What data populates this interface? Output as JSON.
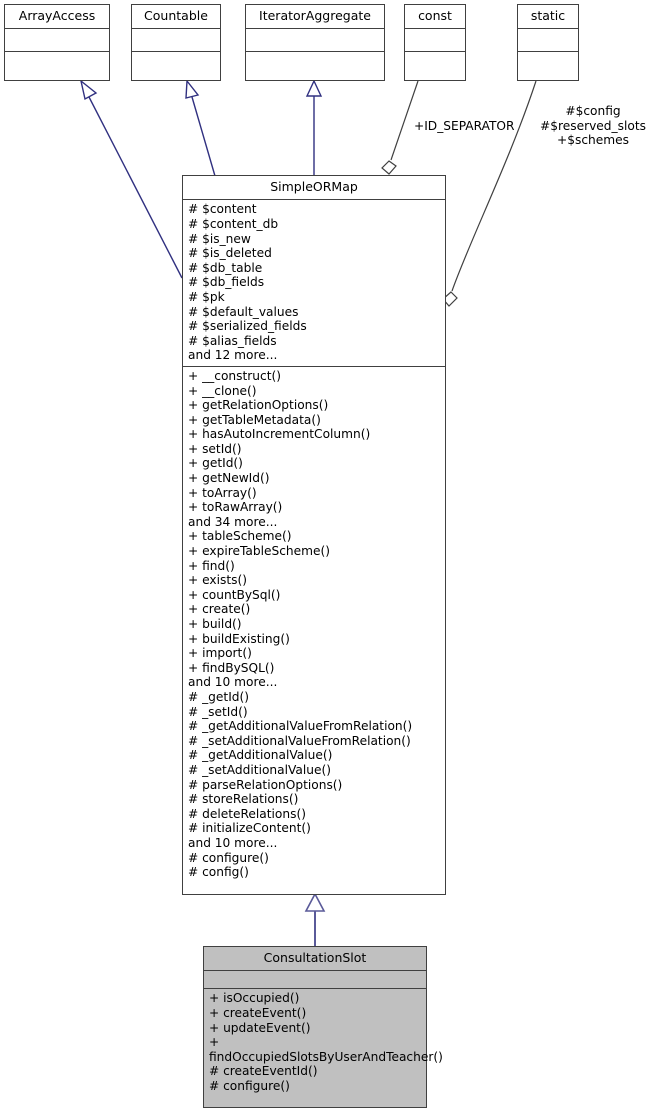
{
  "diagram": {
    "type": "uml-class-diagram",
    "background": "#ffffff",
    "colors": {
      "box_border": "#404040",
      "box_fill": "#ffffff",
      "highlight_fill": "#c0c0c0",
      "inheritance_edge": "#303080",
      "association_edge": "#404040",
      "text": "#000000"
    }
  },
  "interfaces": [
    {
      "name": "ArrayAccess",
      "attributes": [],
      "operations": []
    },
    {
      "name": "Countable",
      "attributes": [],
      "operations": []
    },
    {
      "name": "IteratorAggregate",
      "attributes": [],
      "operations": []
    },
    {
      "name": "const",
      "attributes": [],
      "operations": []
    },
    {
      "name": "static",
      "attributes": [],
      "operations": []
    }
  ],
  "main_class": {
    "name": "SimpleORMap",
    "attributes": [
      "# $content",
      "# $content_db",
      "# $is_new",
      "# $is_deleted",
      "# $db_table",
      "# $db_fields",
      "# $pk",
      "# $default_values",
      "# $serialized_fields",
      "# $alias_fields",
      "and 12 more..."
    ],
    "operations": [
      "+ __construct()",
      "+ __clone()",
      "+ getRelationOptions()",
      "+ getTableMetadata()",
      "+ hasAutoIncrementColumn()",
      "+ setId()",
      "+ getId()",
      "+ getNewId()",
      "+ toArray()",
      "+ toRawArray()",
      "and 34 more...",
      "+ tableScheme()",
      "+ expireTableScheme()",
      "+ find()",
      "+ exists()",
      "+ countBySql()",
      "+ create()",
      "+ build()",
      "+ buildExisting()",
      "+ import()",
      "+ findBySQL()",
      "and 10 more...",
      "# _getId()",
      "# _setId()",
      "# _getAdditionalValueFromRelation()",
      "# _setAdditionalValueFromRelation()",
      "# _getAdditionalValue()",
      "# _setAdditionalValue()",
      "# parseRelationOptions()",
      "# storeRelations()",
      "# deleteRelations()",
      "# initializeContent()",
      "and 10 more...",
      "# configure()",
      "# config()"
    ]
  },
  "sub_class": {
    "name": "ConsultationSlot",
    "attributes": [],
    "operations": [
      "+ isOccupied()",
      "+ createEvent()",
      "+ updateEvent()",
      "+ findOccupiedSlotsByUserAndTeacher()",
      "# createEventId()",
      "# configure()"
    ]
  },
  "edge_labels": {
    "const_to_simpleormap": "+ID_SEPARATOR",
    "static_to_simpleormap": "#$config\n#$reserved_slots\n+$schemes"
  },
  "relationships": [
    {
      "from": "SimpleORMap",
      "to": "ArrayAccess",
      "kind": "realization"
    },
    {
      "from": "SimpleORMap",
      "to": "Countable",
      "kind": "realization"
    },
    {
      "from": "SimpleORMap",
      "to": "IteratorAggregate",
      "kind": "realization"
    },
    {
      "from": "SimpleORMap",
      "to": "const",
      "kind": "aggregation",
      "label": "+ID_SEPARATOR"
    },
    {
      "from": "SimpleORMap",
      "to": "static",
      "kind": "aggregation",
      "label": "#$config #$reserved_slots +$schemes"
    },
    {
      "from": "ConsultationSlot",
      "to": "SimpleORMap",
      "kind": "inheritance"
    }
  ]
}
